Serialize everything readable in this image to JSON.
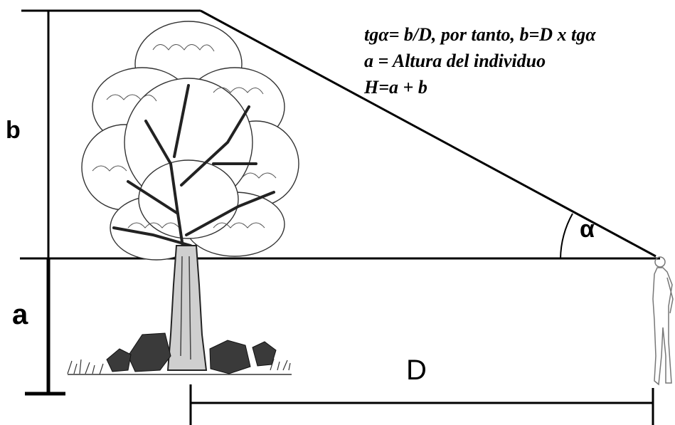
{
  "formulas": {
    "line1": "tgα= b/D, por tanto, b=D x tgα",
    "line2": "a = Altura del individuo",
    "line3": "H=a + b"
  },
  "labels": {
    "b": "b",
    "a": "a",
    "alpha": "α",
    "d": "D"
  },
  "icons": {
    "tree": "tree-illustration",
    "person": "person-silhouette"
  },
  "colors": {
    "lines": "#000000",
    "background": "#ffffff"
  }
}
